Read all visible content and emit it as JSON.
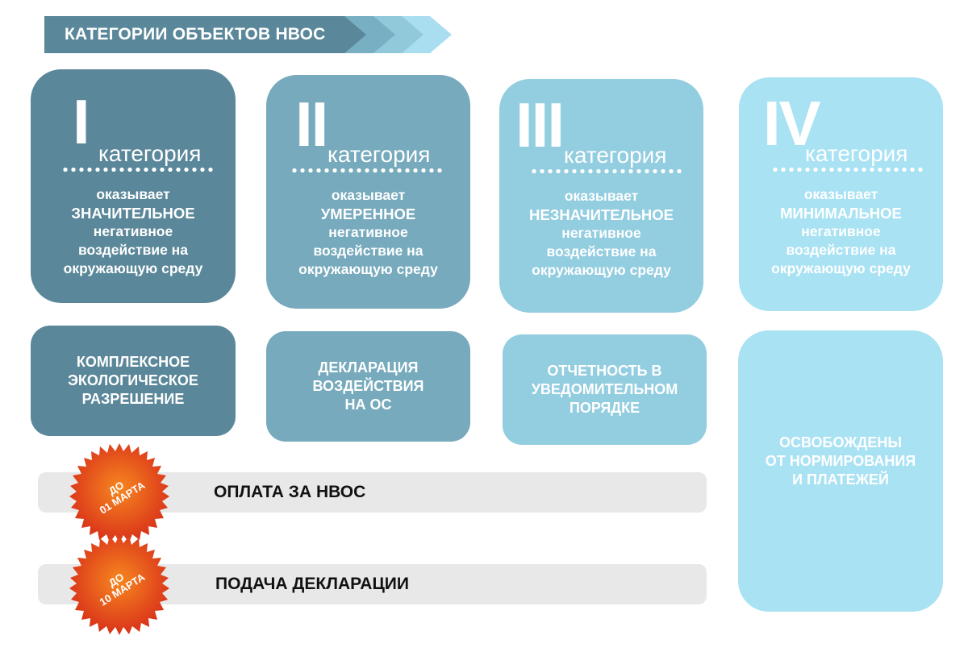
{
  "header": {
    "title": "КАТЕГОРИИ ОБЪЕКТОВ НВОС",
    "colors": {
      "bar": "#5a8799",
      "chevron1": "#79afc2",
      "chevron2": "#91c8da",
      "chevron3": "#a8def0"
    }
  },
  "categories": [
    {
      "numeral": "I",
      "word": "категория",
      "line1": "оказывает",
      "emphasis": "ЗНАЧИТЕЛЬНОЕ",
      "line3": "негативное",
      "line4": "воздействие на",
      "line5": "окружающую среду",
      "color": "#5a8799"
    },
    {
      "numeral": "II",
      "word": "категория",
      "line1": "оказывает",
      "emphasis": "УМЕРЕННОЕ",
      "line3": "негативное",
      "line4": "воздействие на",
      "line5": "окружающую среду",
      "color": "#76aabc"
    },
    {
      "numeral": "III",
      "word": "категория",
      "line1": "оказывает",
      "emphasis": "НЕЗНАЧИТЕЛЬНОЕ",
      "line3": "негативное",
      "line4": "воздействие на",
      "line5": "окружающую среду",
      "color": "#93cde0"
    },
    {
      "numeral": "IV",
      "word": "категория",
      "line1": "оказывает",
      "emphasis": "МИНИМАЛЬНОЕ",
      "line3": "негативное",
      "line4": "воздействие на",
      "line5": "окружающую среду",
      "color": "#a9e2f3"
    }
  ],
  "documents": [
    {
      "lines": [
        "КОМПЛЕКСНОЕ",
        "ЭКОЛОГИЧЕСКОЕ",
        "РАЗРЕШЕНИЕ"
      ]
    },
    {
      "lines": [
        "ДЕКЛАРАЦИЯ",
        "ВОЗДЕЙСТВИЯ",
        "НА ОС"
      ]
    },
    {
      "lines": [
        "ОТЧЕТНОСТЬ В",
        "УВЕДОМИТЕЛЬНОМ",
        "ПОРЯДКЕ"
      ]
    },
    {
      "lines": [
        "ОСВОБОЖДЕНЫ",
        "ОТ НОРМИРОВАНИЯ",
        "И ПЛАТЕЖЕЙ"
      ]
    }
  ],
  "deadlines": [
    {
      "badge_line1": "ДО",
      "badge_line2": "01 МАРТА",
      "label": "ОПЛАТА ЗА НВОС"
    },
    {
      "badge_line1": "ДО",
      "badge_line2": "10 МАРТА",
      "label": "ПОДАЧА ДЕКЛАРАЦИИ"
    }
  ],
  "badge_color": "#e8401c",
  "bar_color": "#e8e8e8"
}
